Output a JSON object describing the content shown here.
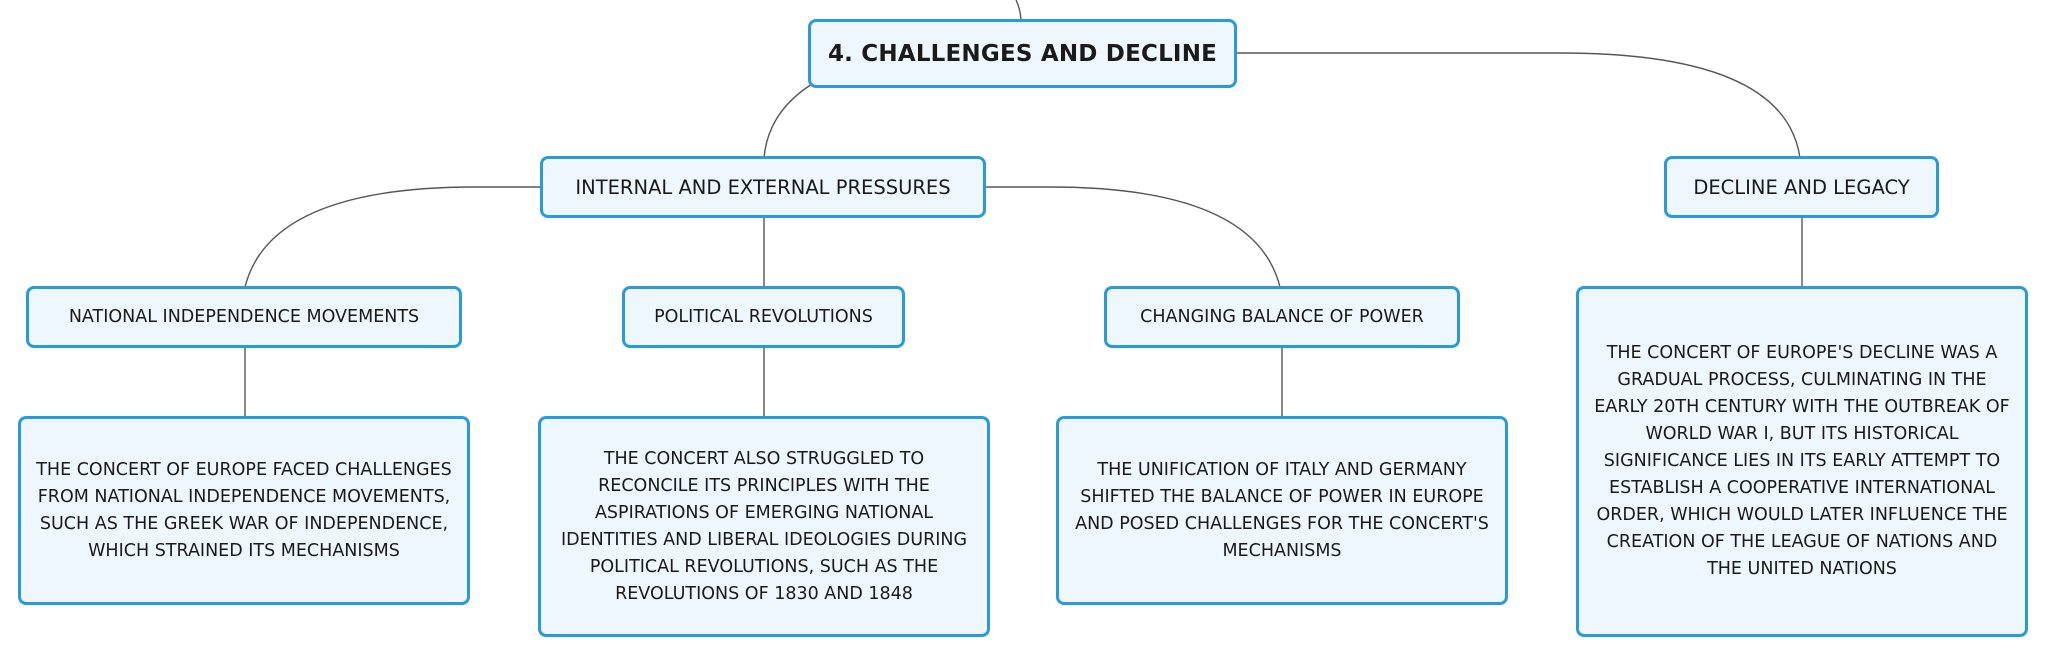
{
  "root": {
    "title": "4. CHALLENGES AND DECLINE"
  },
  "branches": [
    {
      "label": "INTERNAL AND EXTERNAL PRESSURES",
      "children": [
        {
          "label": "NATIONAL INDEPENDENCE MOVEMENTS",
          "detail": "THE CONCERT OF EUROPE FACED CHALLENGES FROM NATIONAL INDEPENDENCE MOVEMENTS, SUCH AS THE GREEK WAR OF INDEPENDENCE, WHICH STRAINED ITS MECHANISMS"
        },
        {
          "label": "POLITICAL REVOLUTIONS",
          "detail": "THE CONCERT ALSO STRUGGLED TO RECONCILE ITS PRINCIPLES WITH THE ASPIRATIONS OF EMERGING NATIONAL IDENTITIES AND LIBERAL IDEOLOGIES DURING POLITICAL REVOLUTIONS, SUCH AS THE REVOLUTIONS OF 1830 AND 1848"
        },
        {
          "label": "CHANGING BALANCE OF POWER",
          "detail": "THE UNIFICATION OF ITALY AND GERMANY SHIFTED THE BALANCE OF POWER IN EUROPE AND POSED CHALLENGES FOR THE CONCERT'S MECHANISMS"
        }
      ]
    },
    {
      "label": "DECLINE AND LEGACY",
      "detail": "THE CONCERT OF EUROPE'S DECLINE WAS A GRADUAL PROCESS, CULMINATING IN THE EARLY 20TH CENTURY WITH THE OUTBREAK OF WORLD WAR I, BUT ITS HISTORICAL SIGNIFICANCE LIES IN ITS EARLY ATTEMPT TO ESTABLISH A COOPERATIVE INTERNATIONAL ORDER, WHICH WOULD LATER INFLUENCE THE CREATION OF THE LEAGUE OF NATIONS AND THE UNITED NATIONS"
    }
  ],
  "colors": {
    "node_border": "#2a9ad9",
    "node_fill": "#eef7fd",
    "connector": "#555555",
    "text": "#1a1a1a"
  }
}
